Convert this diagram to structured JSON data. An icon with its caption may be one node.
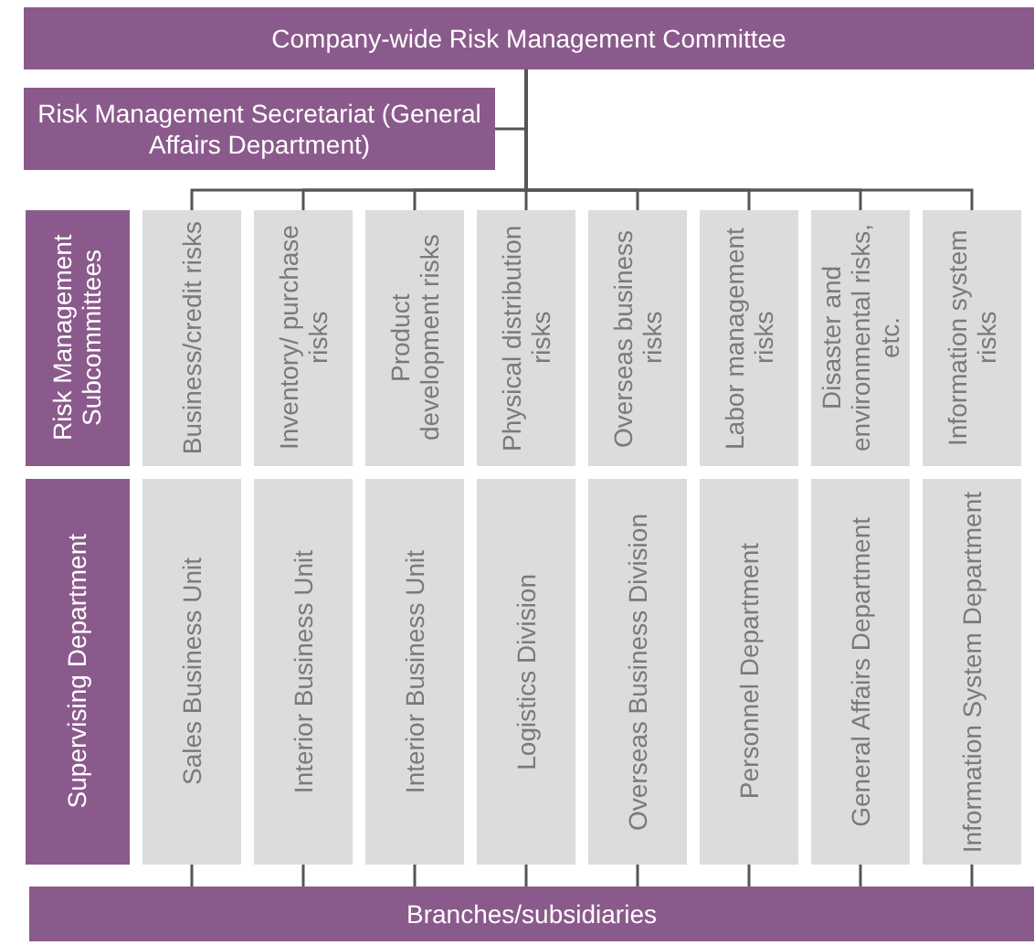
{
  "diagram": {
    "nodes": [
      {
        "text": [
          "Company-wide Risk Management Committee"
        ]
      },
      {
        "text": [
          "Risk Management Secretariat (General Affairs Department)"
        ]
      },
      {
        "text": [
          "Risk Management Subcommittees"
        ]
      },
      {
        "text": [
          "Business/credit risks"
        ]
      },
      {
        "text": [
          "Inventory/ purchase risks"
        ]
      },
      {
        "text": [
          "Product development risks"
        ]
      },
      {
        "text": [
          "Physical distribution risks"
        ]
      },
      {
        "text": [
          "Overseas business risks"
        ]
      },
      {
        "text": [
          "Labor management risks"
        ]
      },
      {
        "text": [
          "Disaster and environmental risks, etc."
        ]
      },
      {
        "text": [
          "Information system risks"
        ]
      },
      {
        "text": [
          "Supervising Department"
        ]
      },
      {
        "text": [
          "Sales Business Unit"
        ]
      },
      {
        "text": [
          "Interior Business Unit"
        ]
      },
      {
        "text": [
          "Interior Business Unit"
        ]
      },
      {
        "text": [
          "Logistics Division"
        ]
      },
      {
        "text": [
          "Overseas Business Division"
        ]
      },
      {
        "text": [
          "Personnel Department"
        ]
      },
      {
        "text": [
          "General Affairs Department"
        ]
      },
      {
        "text": [
          "Information System Department"
        ]
      },
      {
        "text": [
          "Branches/subsidiaries"
        ]
      }
    ],
    "edges": [
      {
        "from": 0,
        "to": 1,
        "arrow": "none"
      },
      {
        "from": 0,
        "to": 3,
        "arrow": "none"
      },
      {
        "from": 0,
        "to": 4,
        "arrow": "none"
      },
      {
        "from": 0,
        "to": 5,
        "arrow": "none"
      },
      {
        "from": 0,
        "to": 6,
        "arrow": "none"
      },
      {
        "from": 0,
        "to": 7,
        "arrow": "none"
      },
      {
        "from": 0,
        "to": 8,
        "arrow": "none"
      },
      {
        "from": 0,
        "to": 9,
        "arrow": "none"
      },
      {
        "from": 0,
        "to": 10,
        "arrow": "none"
      },
      {
        "from": 12,
        "to": 20,
        "arrow": "none"
      },
      {
        "from": 13,
        "to": 20,
        "arrow": "none"
      },
      {
        "from": 14,
        "to": 20,
        "arrow": "none"
      },
      {
        "from": 15,
        "to": 20,
        "arrow": "none"
      },
      {
        "from": 16,
        "to": 20,
        "arrow": "none"
      },
      {
        "from": 17,
        "to": 20,
        "arrow": "none"
      },
      {
        "from": 18,
        "to": 20,
        "arrow": "none"
      },
      {
        "from": 19,
        "to": 20,
        "arrow": "none"
      }
    ]
  }
}
